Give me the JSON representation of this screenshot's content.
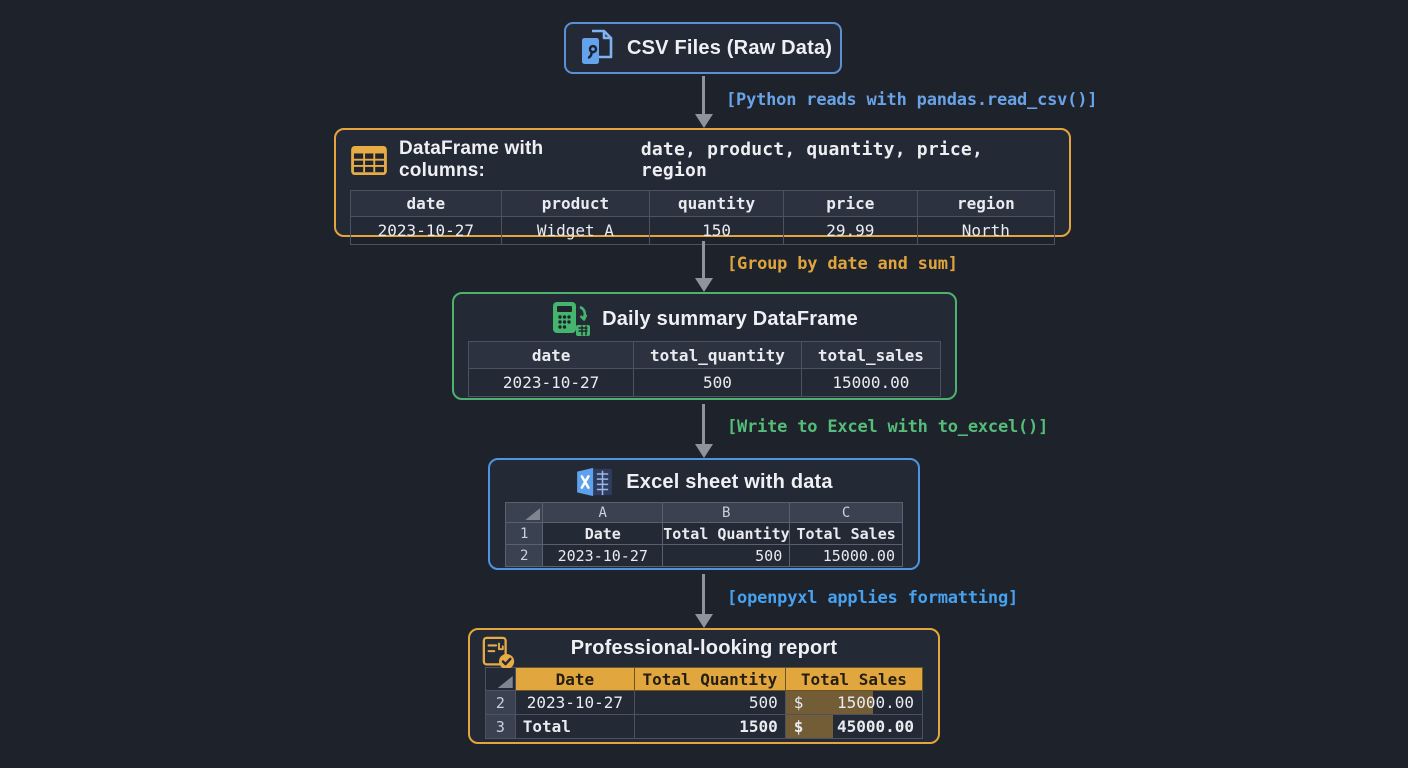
{
  "colors": {
    "background": "#1e222b",
    "node_fill": "#242936",
    "blue_accent": "#5b90d8",
    "amber_accent": "#e4a53e",
    "green_accent": "#4db26f",
    "arrow_gray": "#8e949c",
    "amber_header_fill": "#e2a63f",
    "grid_border": "#4c5260"
  },
  "csv_node": {
    "title": "CSV Files (Raw Data)"
  },
  "edges": {
    "read_csv": "[Python reads with pandas.read_csv()]",
    "groupby": "[Group by date and sum]",
    "to_excel": "[Write to Excel with to_excel()]",
    "openpyxl": "[openpyxl applies formatting]"
  },
  "dataframe_node": {
    "title_text": "DataFrame with columns:",
    "title_code": "date, product, quantity, price, region",
    "headers": [
      "date",
      "product",
      "quantity",
      "price",
      "region"
    ],
    "row": [
      "2023-10-27",
      "Widget A",
      "150",
      "29.99",
      "North"
    ]
  },
  "summary_node": {
    "title": "Daily summary DataFrame",
    "headers": [
      "date",
      "total_quantity",
      "total_sales"
    ],
    "row": [
      "2023-10-27",
      "500",
      "15000.00"
    ]
  },
  "excel_node": {
    "title": "Excel sheet with data",
    "col_headers": [
      "A",
      "B",
      "C"
    ],
    "row1": {
      "num": "1",
      "cells": [
        "Date",
        "Total Quantity",
        "Total Sales"
      ]
    },
    "row2": {
      "num": "2",
      "cells": [
        "2023-10-27",
        "500",
        "15000.00"
      ]
    }
  },
  "report_node": {
    "title": "Professional-looking report",
    "headers": [
      "Date",
      "Total Quantity",
      "Total Sales"
    ],
    "rows": [
      {
        "num": "2",
        "date": "2023-10-27",
        "qty": "500",
        "currency": "$",
        "value": "15000.00",
        "bar_pct": 64
      },
      {
        "num": "3",
        "date": "Total",
        "qty": "1500",
        "currency": "$",
        "value": "45000.00",
        "bar_pct": 35
      }
    ]
  }
}
